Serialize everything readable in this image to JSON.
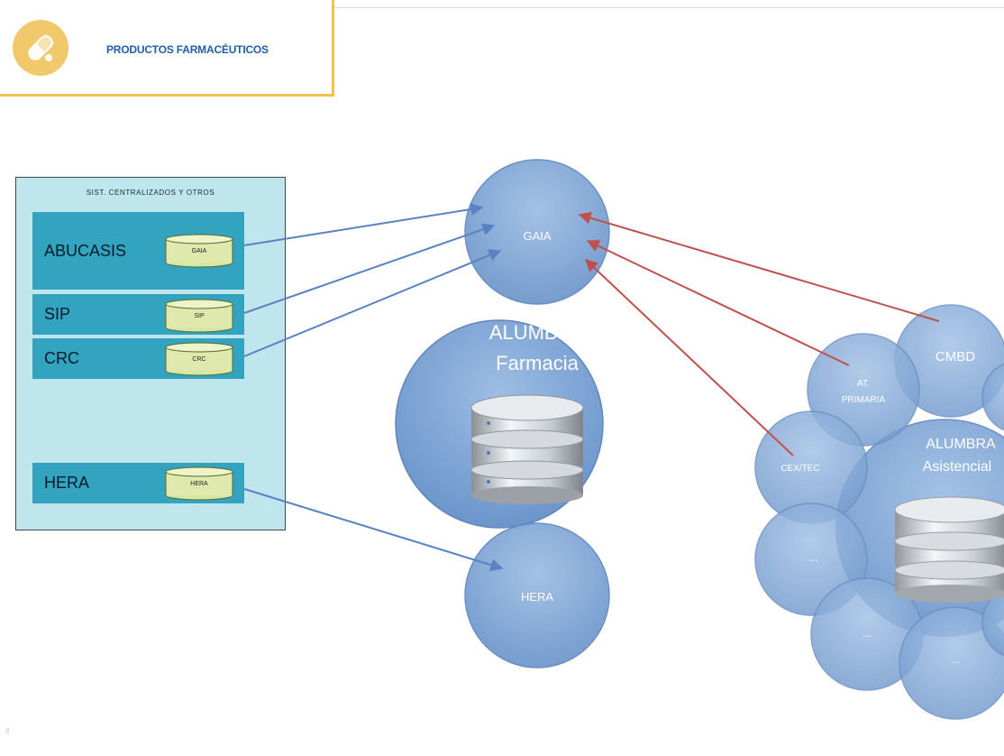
{
  "header": {
    "title": "PRODUCTOS FARMACÉUTICOS",
    "icon": "pill-icon"
  },
  "panel": {
    "title": "SIST. CENTRALIZADOS Y OTROS",
    "rows": [
      {
        "label": "ABUCASIS",
        "db": "GAIA"
      },
      {
        "label": "SIP",
        "db": "SIP"
      },
      {
        "label": "CRC",
        "db": "CRC"
      },
      {
        "label": "HERA",
        "db": "HERA"
      }
    ]
  },
  "nodes": {
    "gaia": "GAIA",
    "alumbra_farmacia": [
      "ALUMBRA",
      "Farmacia"
    ],
    "hera": "HERA",
    "cmbd": "CMBD",
    "at_primaria": [
      "AT.",
      "PRIMARIA"
    ],
    "cex_tec": "CEX/TEC",
    "alumbra_asistencial": [
      "ALUMBRA",
      "Asistencial"
    ],
    "ellipsis": "..."
  },
  "colors": {
    "blue_arrow": "#5a82c2",
    "red_arrow": "#c0504d",
    "circle_fill": "#7ea6d6",
    "panel_bg": "#bfe6ec",
    "row_bg": "#32a4bf",
    "header_accent": "#f0c24a"
  },
  "footer": {
    "mark": "8"
  }
}
